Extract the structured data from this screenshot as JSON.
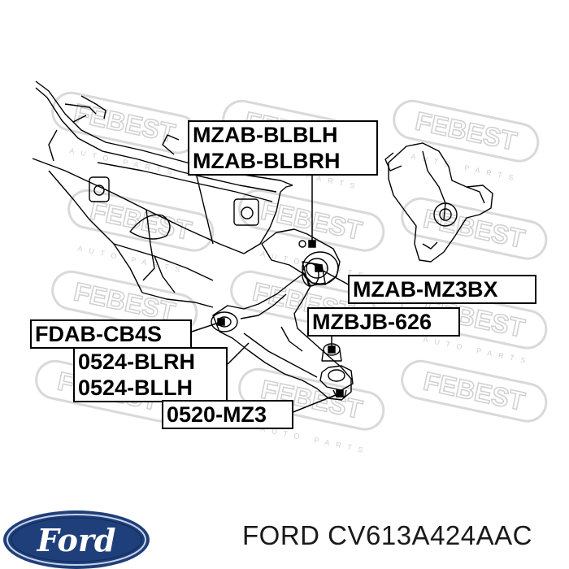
{
  "watermark": {
    "brand": "FEBEST",
    "tagline": "AUTO PARTS"
  },
  "callouts": {
    "upper_bushing": [
      "MZAB-BLBLH",
      "MZAB-BLBRH"
    ],
    "front_bushing": "MZAB-MZ3BX",
    "ball_joint": "MZBJB-626",
    "rear_bushing": "FDAB-CB4S",
    "arm": [
      "0524-BLRH",
      "0524-BLLH"
    ],
    "lower_arm_kit": "0520-MZ3"
  },
  "footer": {
    "brand": "Ford",
    "part_number": "FORD CV613A424AAC"
  },
  "colors": {
    "line": "#000000",
    "watermark": "#d9d9d9",
    "logo_blue": "#1f3f7a"
  }
}
